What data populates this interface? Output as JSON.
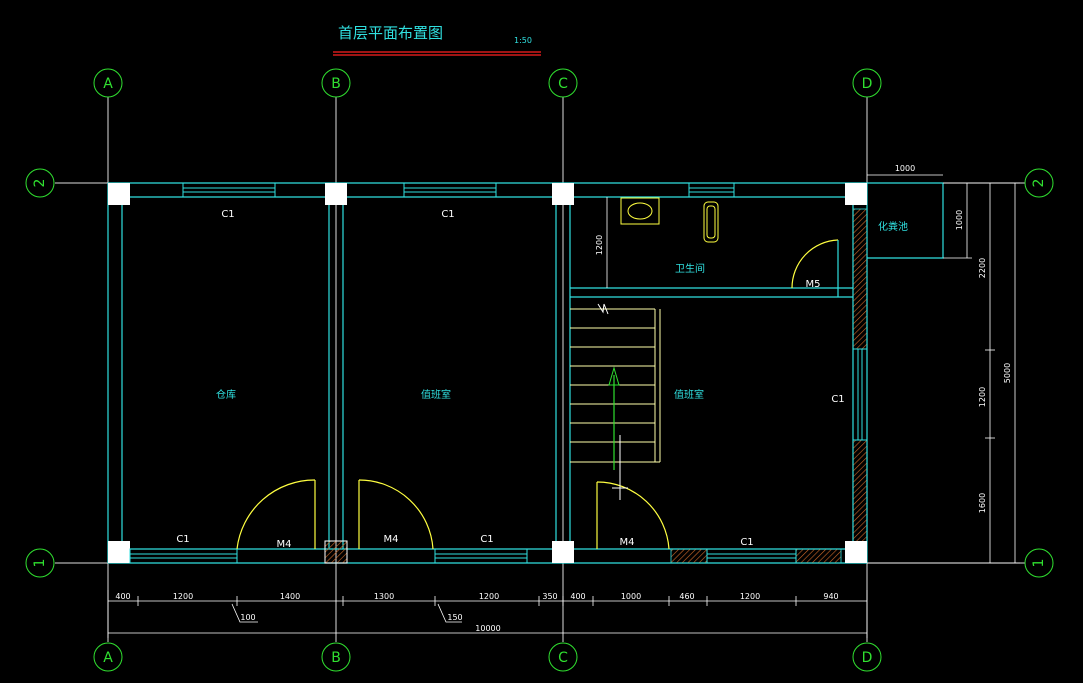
{
  "title": "首层平面布置图",
  "scale": "1:50",
  "axes": {
    "columns": [
      "A",
      "B",
      "C",
      "D"
    ],
    "rows": [
      "1",
      "2"
    ]
  },
  "rooms": {
    "warehouse": "仓库",
    "duty_left": "值班室",
    "duty_right": "值班室",
    "toilet": "卫生间",
    "septic": "化粪池"
  },
  "openings": {
    "c1": "C1",
    "m4": "M4",
    "m5": "M5"
  },
  "dims": {
    "bottom": [
      "400",
      "1200",
      "1400",
      "1300",
      "1200",
      "350",
      "400",
      "1000",
      "460",
      "1200",
      "940"
    ],
    "total": "10000",
    "note_100": "100",
    "note_150": "150",
    "right_parts": [
      "2200",
      "1200",
      "1600"
    ],
    "right_total": "5000",
    "septic_w": "1000",
    "septic_h": "1000",
    "toilet_h": "1200"
  },
  "colors": {
    "background": "#000000",
    "wall": "#30e0e0",
    "axis": "#30e030",
    "door": "#ffff40",
    "title_line": "#ff2020",
    "dimension": "#ffffff"
  }
}
